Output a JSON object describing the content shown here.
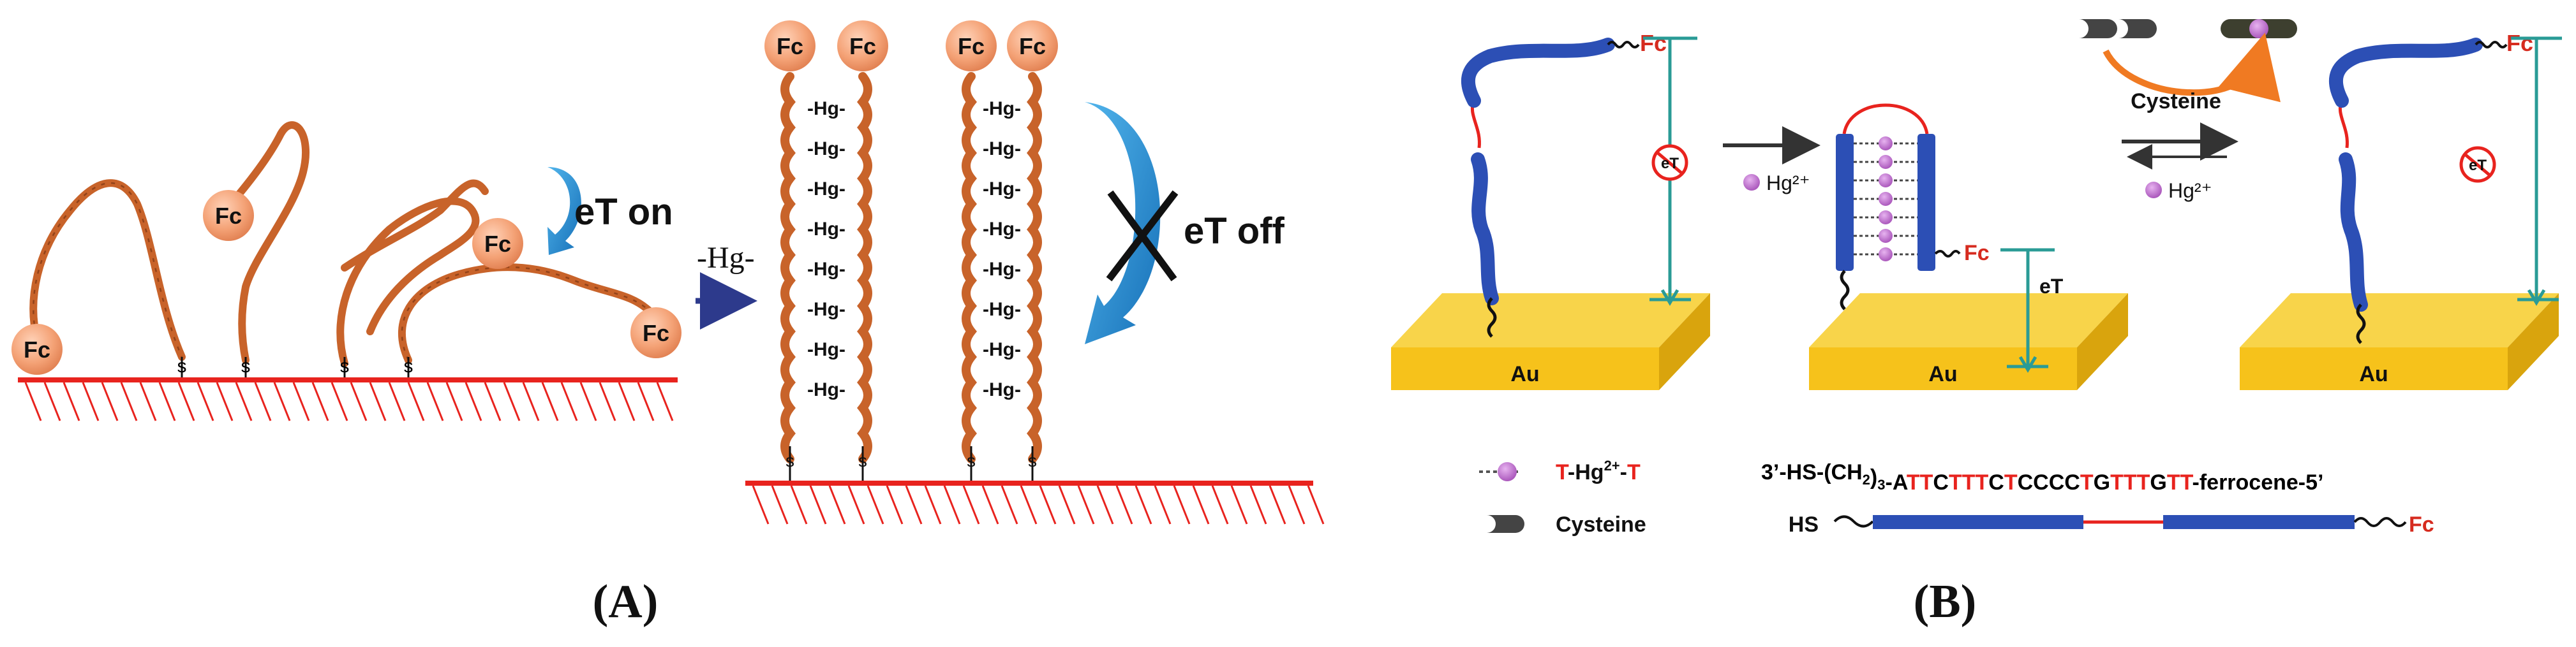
{
  "panel_a": {
    "caption": "(A)",
    "fc_label": "Fc",
    "thiol_label": "s",
    "et_on_label": "eT on",
    "et_off_label": "eT off",
    "hg_arrow_label": "-Hg-",
    "hg_bridge_label": "-Hg-"
  },
  "panel_b": {
    "caption": "(B)",
    "electrode_label": "Au",
    "fc_label": "Fc",
    "et_label": "eT",
    "hg_ion_label": "Hg²⁺",
    "cysteine_label": "Cysteine",
    "legend": {
      "pair_label_t1": "T",
      "pair_label_mid": "-Hg",
      "pair_label_sup": "2+",
      "pair_label_dash": "-",
      "pair_label_t2": "T",
      "cysteine_label": "Cysteine"
    },
    "sequence": {
      "segments": [
        {
          "text": "3’-HS-(CH",
          "color": "#000000"
        },
        {
          "text": "2",
          "color": "#000000",
          "sub": true
        },
        {
          "text": ")",
          "color": "#000000"
        },
        {
          "text": "3",
          "color": "#000000",
          "sub": true
        },
        {
          "text": "-A",
          "color": "#000000"
        },
        {
          "text": "TT",
          "color": "#e8231e"
        },
        {
          "text": "C",
          "color": "#000000"
        },
        {
          "text": "TTT",
          "color": "#e8231e"
        },
        {
          "text": "C",
          "color": "#000000"
        },
        {
          "text": "T",
          "color": "#e8231e"
        },
        {
          "text": "CCCC",
          "color": "#000000"
        },
        {
          "text": "T",
          "color": "#e8231e"
        },
        {
          "text": "G",
          "color": "#000000"
        },
        {
          "text": "TTT",
          "color": "#e8231e"
        },
        {
          "text": "G",
          "color": "#000000"
        },
        {
          "text": "TT",
          "color": "#e8231e"
        },
        {
          "text": "-ferrocene-5’",
          "color": "#000000"
        }
      ],
      "hs_label": "HS",
      "fc_label": "Fc"
    }
  },
  "colors": {
    "strand_orange": "#c8632a",
    "fc_circle": "#f4a276",
    "electrode_red": "#e8231e",
    "arrow_blue": "#1f8fd6",
    "dna_blue": "#2c4fb5",
    "gold": "#f6c21b",
    "teal": "#2a9b96",
    "purple": "#b062c0"
  }
}
